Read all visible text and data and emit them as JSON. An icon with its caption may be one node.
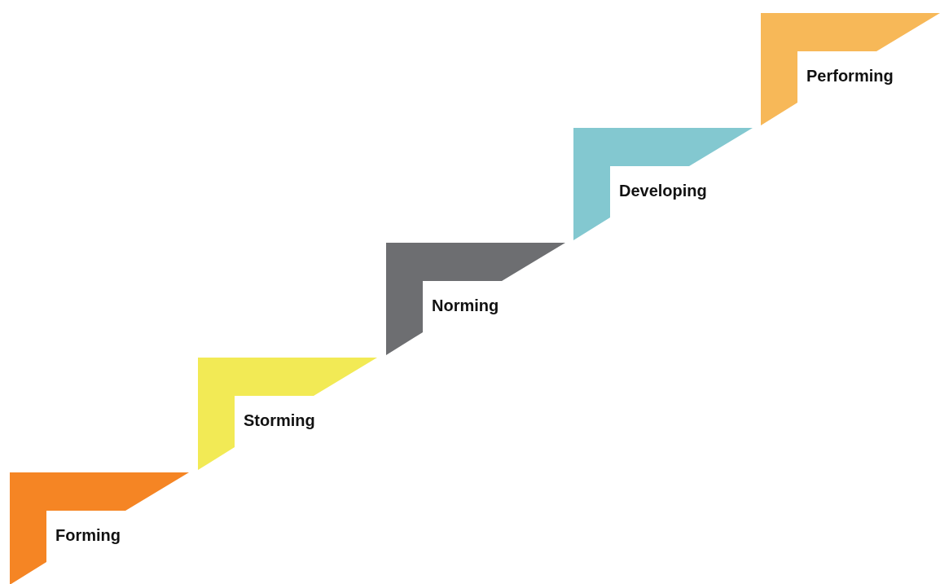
{
  "diagram": {
    "nodes": [
      {
        "text": [
          "Forming"
        ]
      },
      {
        "text": [
          "Storming"
        ]
      },
      {
        "text": [
          "Norming"
        ]
      },
      {
        "text": [
          "Developing"
        ]
      },
      {
        "text": [
          "Performing"
        ]
      }
    ]
  }
}
